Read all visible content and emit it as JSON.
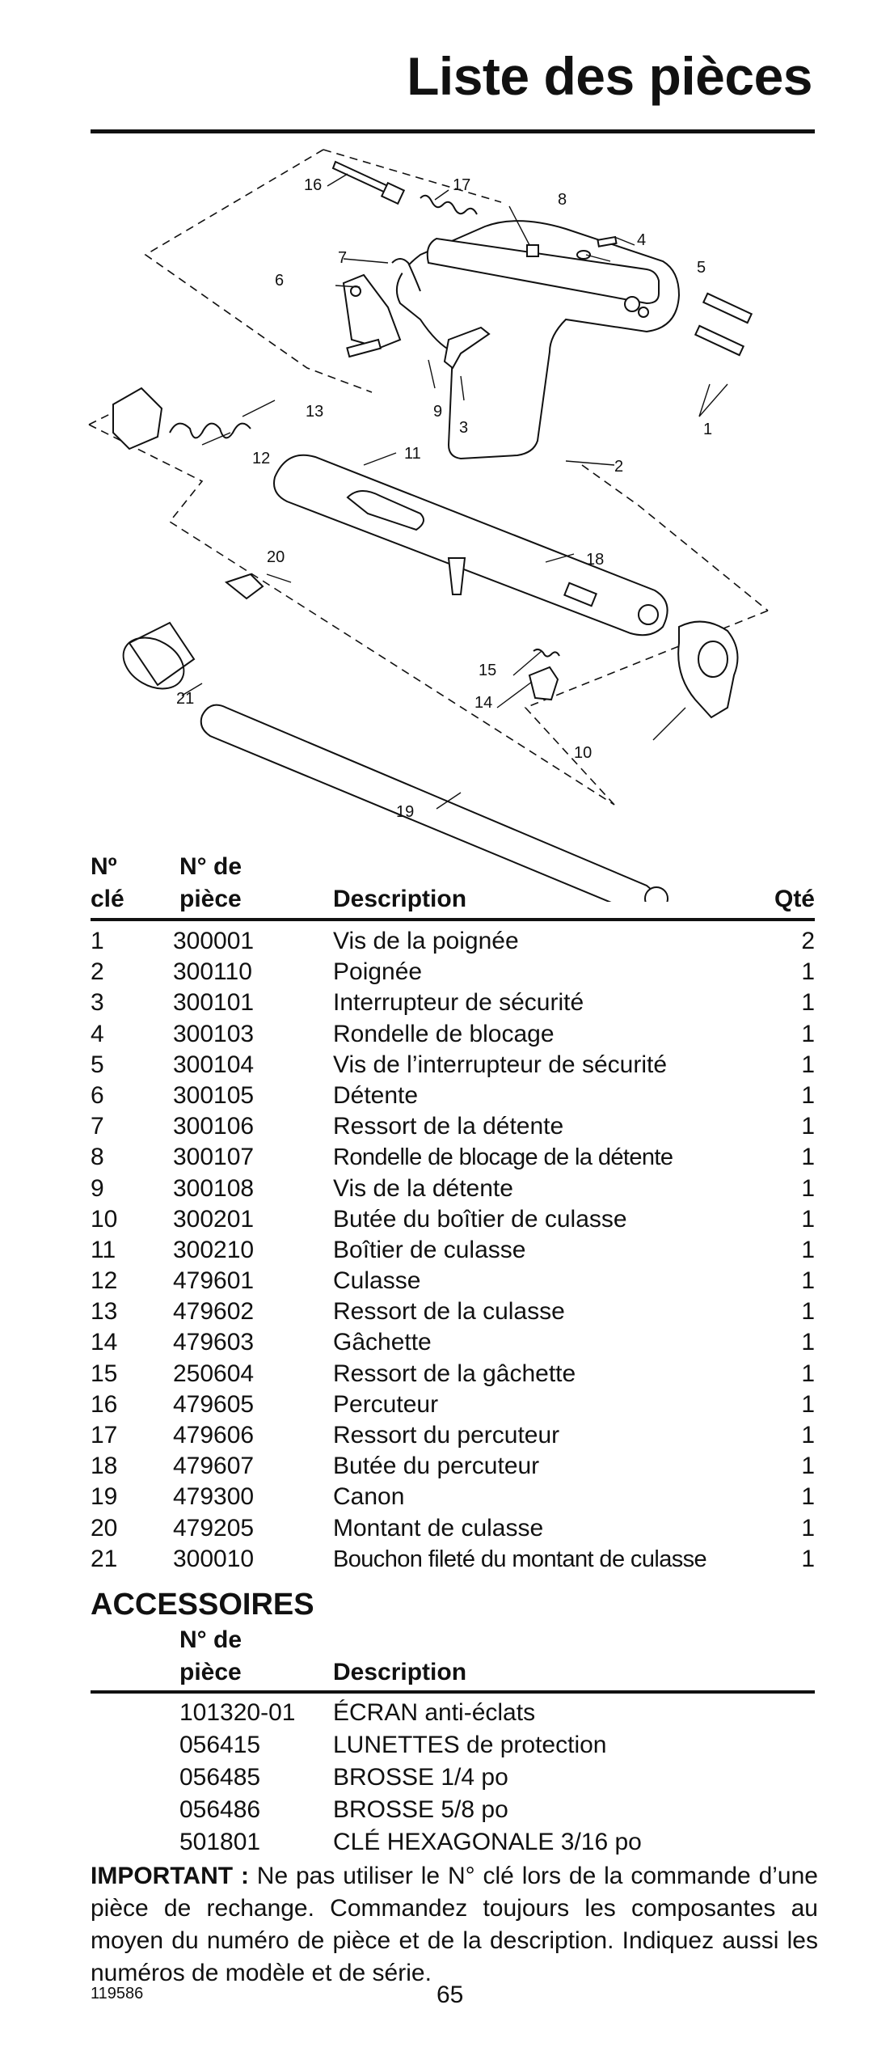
{
  "page": {
    "title": "Liste des pièces",
    "doc_number": "119586",
    "page_number": "65"
  },
  "diagram": {
    "callouts": [
      "1",
      "2",
      "3",
      "4",
      "5",
      "6",
      "7",
      "8",
      "9",
      "10",
      "11",
      "12",
      "13",
      "14",
      "15",
      "16",
      "17",
      "18",
      "19",
      "20",
      "21"
    ]
  },
  "parts": {
    "headers": {
      "key_line1": "Nº",
      "key_line2": "clé",
      "num_line1": "N° de",
      "num_line2": "pièce",
      "description": "Description",
      "qty": "Qté"
    },
    "rows": [
      {
        "key": "1",
        "num": "300001",
        "desc": "Vis de la poignée",
        "qty": "2"
      },
      {
        "key": "2",
        "num": "300110",
        "desc": "Poignée",
        "qty": "1"
      },
      {
        "key": "3",
        "num": "300101",
        "desc": "Interrupteur de sécurité",
        "qty": "1"
      },
      {
        "key": "4",
        "num": "300103",
        "desc": "Rondelle de blocage",
        "qty": "1"
      },
      {
        "key": "5",
        "num": "300104",
        "desc": "Vis de l’interrupteur de sécurité",
        "qty": "1"
      },
      {
        "key": "6",
        "num": "300105",
        "desc": "Détente",
        "qty": "1"
      },
      {
        "key": "7",
        "num": "300106",
        "desc": "Ressort de la détente",
        "qty": "1"
      },
      {
        "key": "8",
        "num": "300107",
        "desc": "Rondelle de blocage de la détente",
        "qty": "1"
      },
      {
        "key": "9",
        "num": "300108",
        "desc": "Vis de la détente",
        "qty": "1"
      },
      {
        "key": "10",
        "num": "300201",
        "desc": "Butée du boîtier de culasse",
        "qty": "1"
      },
      {
        "key": "11",
        "num": "300210",
        "desc": "Boîtier de culasse",
        "qty": "1"
      },
      {
        "key": "12",
        "num": "479601",
        "desc": "Culasse",
        "qty": "1"
      },
      {
        "key": "13",
        "num": "479602",
        "desc": "Ressort de la culasse",
        "qty": "1"
      },
      {
        "key": "14",
        "num": "479603",
        "desc": "Gâchette",
        "qty": "1"
      },
      {
        "key": "15",
        "num": "250604",
        "desc": "Ressort de la gâchette",
        "qty": "1"
      },
      {
        "key": "16",
        "num": "479605",
        "desc": "Percuteur",
        "qty": "1"
      },
      {
        "key": "17",
        "num": "479606",
        "desc": "Ressort du percuteur",
        "qty": "1"
      },
      {
        "key": "18",
        "num": "479607",
        "desc": "Butée du percuteur",
        "qty": "1"
      },
      {
        "key": "19",
        "num": "479300",
        "desc": "Canon",
        "qty": "1"
      },
      {
        "key": "20",
        "num": "479205",
        "desc": "Montant de culasse",
        "qty": "1"
      },
      {
        "key": "21",
        "num": "300010",
        "desc": "Bouchon fileté du montant de culasse",
        "qty": "1"
      }
    ]
  },
  "accessories": {
    "title": "ACCESSOIRES",
    "headers": {
      "num_line1": "N° de",
      "num_line2": "pièce",
      "description": "Description"
    },
    "rows": [
      {
        "num": "101320-01",
        "desc": "ÉCRAN anti-éclats"
      },
      {
        "num": "056415",
        "desc": "LUNETTES de protection"
      },
      {
        "num": "056485",
        "desc": "BROSSE 1/4 po"
      },
      {
        "num": "056486",
        "desc": "BROSSE 5/8 po"
      },
      {
        "num": "501801",
        "desc": "CLÉ HEXAGONALE 3/16 po"
      }
    ]
  },
  "important": {
    "label": "IMPORTANT :",
    "text": "Ne pas utiliser le N° clé lors de la commande d’une pièce de rechange. Commandez toujours les composantes au moyen du numéro de pièce et de la description. Indiquez aussi les numéros de modèle et de série."
  }
}
